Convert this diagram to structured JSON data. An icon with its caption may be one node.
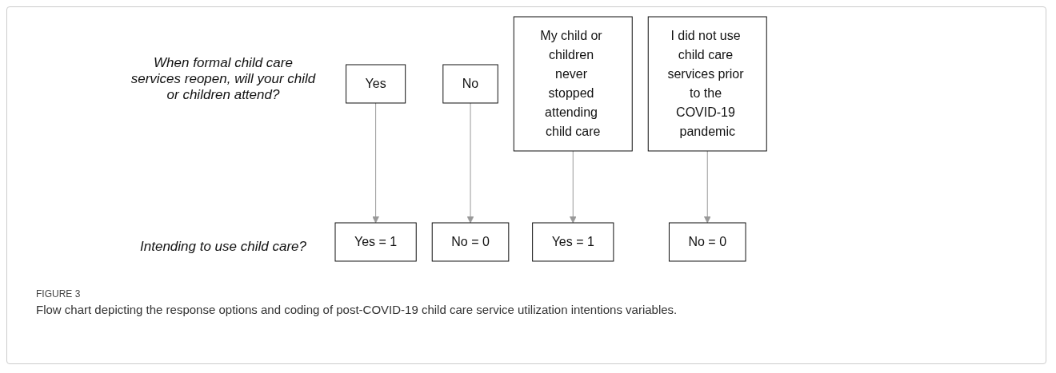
{
  "diagram": {
    "caption": "Flow chart depicting the response options and coding of post-COVID-19 child care service utilization intentions variables.",
    "nodes": [
      {
        "text": [
          "Yes"
        ]
      },
      {
        "text": [
          "No"
        ]
      },
      {
        "text": [
          "My child or children never stopped attending child care"
        ]
      },
      {
        "text": [
          "I did not use child care services prior to the COVID-19 pandemic"
        ]
      },
      {
        "text": [
          "Yes = 1"
        ]
      },
      {
        "text": [
          "No = 0"
        ]
      },
      {
        "text": [
          "Yes = 1"
        ]
      },
      {
        "text": [
          "No = 0"
        ]
      }
    ],
    "edges": [
      {
        "from": 0,
        "to": 4,
        "arrow": "to"
      },
      {
        "from": 1,
        "to": 5,
        "arrow": "to"
      },
      {
        "from": 2,
        "to": 6,
        "arrow": "to"
      },
      {
        "from": 3,
        "to": 7,
        "arrow": "to"
      }
    ],
    "labels": [
      "When formal child care services reopen, will your child or children attend?",
      "Intending to use child care?",
      "FIGURE 3"
    ]
  }
}
